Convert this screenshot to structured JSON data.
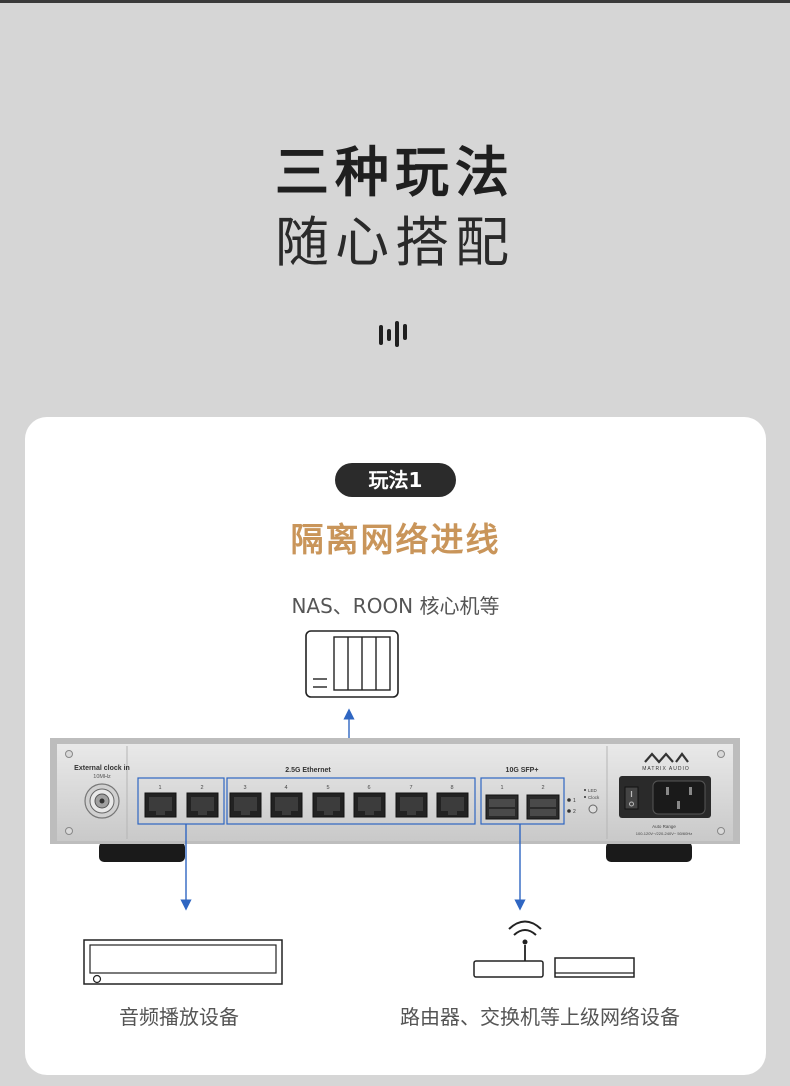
{
  "header": {
    "title_line1": "三种玩法",
    "title_line2": "随心搭配",
    "icon": "sound-wave-icon"
  },
  "card": {
    "badge": "玩法1",
    "heading": "隔离网络进线",
    "nas_caption": "NAS、ROON 核心机等",
    "player_caption": "音频播放设备",
    "router_caption": "路由器、交换机等上级网络设备"
  },
  "device": {
    "clock_label": "External clock in",
    "clock_sub": "10MHz",
    "ethernet_label": "2.5G Ethernet",
    "ethernet_ports": [
      "1",
      "2",
      "3",
      "4",
      "5",
      "6",
      "7",
      "8"
    ],
    "sfp_label": "10G SFP+",
    "sfp_ports": [
      "1",
      "2"
    ],
    "led_labels": [
      "LED",
      "Clock"
    ],
    "led_numbers": [
      "1",
      "2"
    ],
    "brand": "MATRIX AUDIO",
    "power_label": "Auto Range",
    "power_spec": "100-120V~/220-240V~ 50/60Hz"
  },
  "colors": {
    "accent_gold": "#c9955a",
    "link_blue": "#2f66c2",
    "background": "#d6d6d6"
  }
}
